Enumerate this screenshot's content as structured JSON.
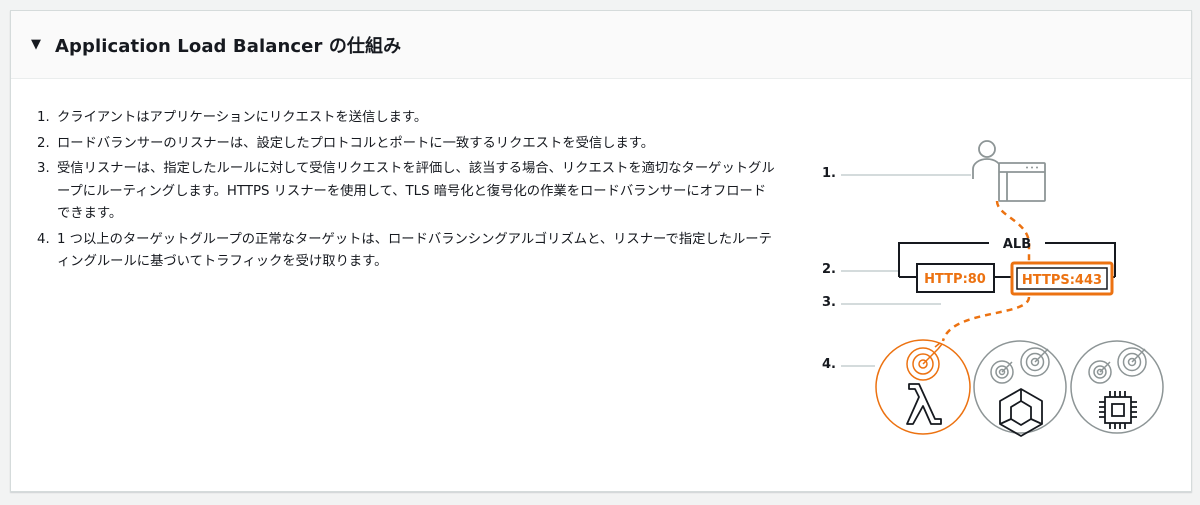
{
  "header": {
    "title": "Application Load Balancer の仕組み"
  },
  "steps": [
    {
      "num": "1.",
      "text": "クライアントはアプリケーションにリクエストを送信します。"
    },
    {
      "num": "2.",
      "text": "ロードバランサーのリスナーは、設定したプロトコルとポートに一致するリクエストを受信します。"
    },
    {
      "num": "3.",
      "text": "受信リスナーは、指定したルールに対して受信リクエストを評価し、該当する場合、リクエストを適切なターゲットグループにルーティングします。HTTPS リスナーを使用して、TLS 暗号化と復号化の作業をロードバランサーにオフロードできます。"
    },
    {
      "num": "4.",
      "text": "1 つ以上のターゲットグループの正常なターゲットは、ロードバランシングアルゴリズムと、リスナーで指定したルーティングルールに基づいてトラフィックを受け取ります。"
    }
  ],
  "diagram": {
    "callouts": [
      "1.",
      "2.",
      "3.",
      "4."
    ],
    "alb_label": "ALB",
    "listener_http": "HTTP:80",
    "listener_https": "HTTPS:443",
    "targets": [
      "lambda-icon",
      "container-icon",
      "ec2-instance-icon"
    ],
    "colors": {
      "accent": "#ec7211",
      "gray": "#8d9596",
      "text": "#16191f"
    }
  }
}
